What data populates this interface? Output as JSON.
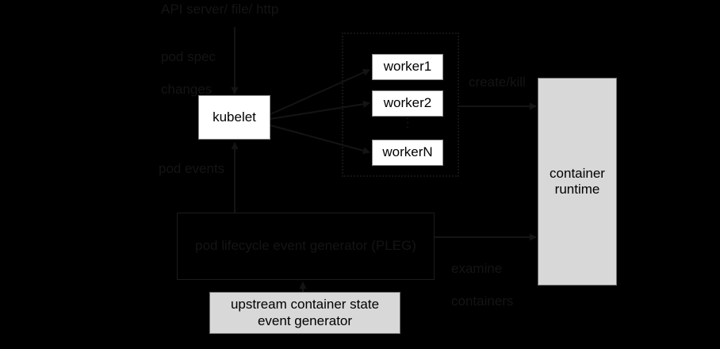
{
  "diagram": {
    "title": "Kubelet pod lifecycle event generator (PLEG) diagram",
    "background_color": "#000000",
    "accent_colors": {
      "white_node": "#ffffff",
      "gray_node": "#d8d8d8",
      "dark_text": "#141414",
      "node_text": "#000000"
    }
  },
  "nodes": {
    "kubelet": {
      "label": "kubelet"
    },
    "worker1": {
      "label": "worker1"
    },
    "worker2": {
      "label": "worker2"
    },
    "workerN": {
      "label": "workerN"
    },
    "worker_ellipsis": {
      "label": "⋮"
    },
    "container_runtime": {
      "label": "container\nruntime",
      "line1": "container",
      "line2": "runtime"
    },
    "pleg": {
      "label": "pod lifecycle event generator (PLEG)"
    },
    "upstream_generator": {
      "label": "upstream container state event generator",
      "line1": "upstream container state",
      "line2": "event generator"
    }
  },
  "edge_labels": {
    "api_source": "API server/ file/ http",
    "pod_spec_changes": "pod spec\nchanges",
    "pod_spec_changes_line1": "pod spec",
    "pod_spec_changes_line2": "changes",
    "pod_events": "pod events",
    "create_kill": "create/kill",
    "examine_containers": "examine\ncontainers",
    "examine_containers_line1": "examine",
    "examine_containers_line2": "containers"
  }
}
